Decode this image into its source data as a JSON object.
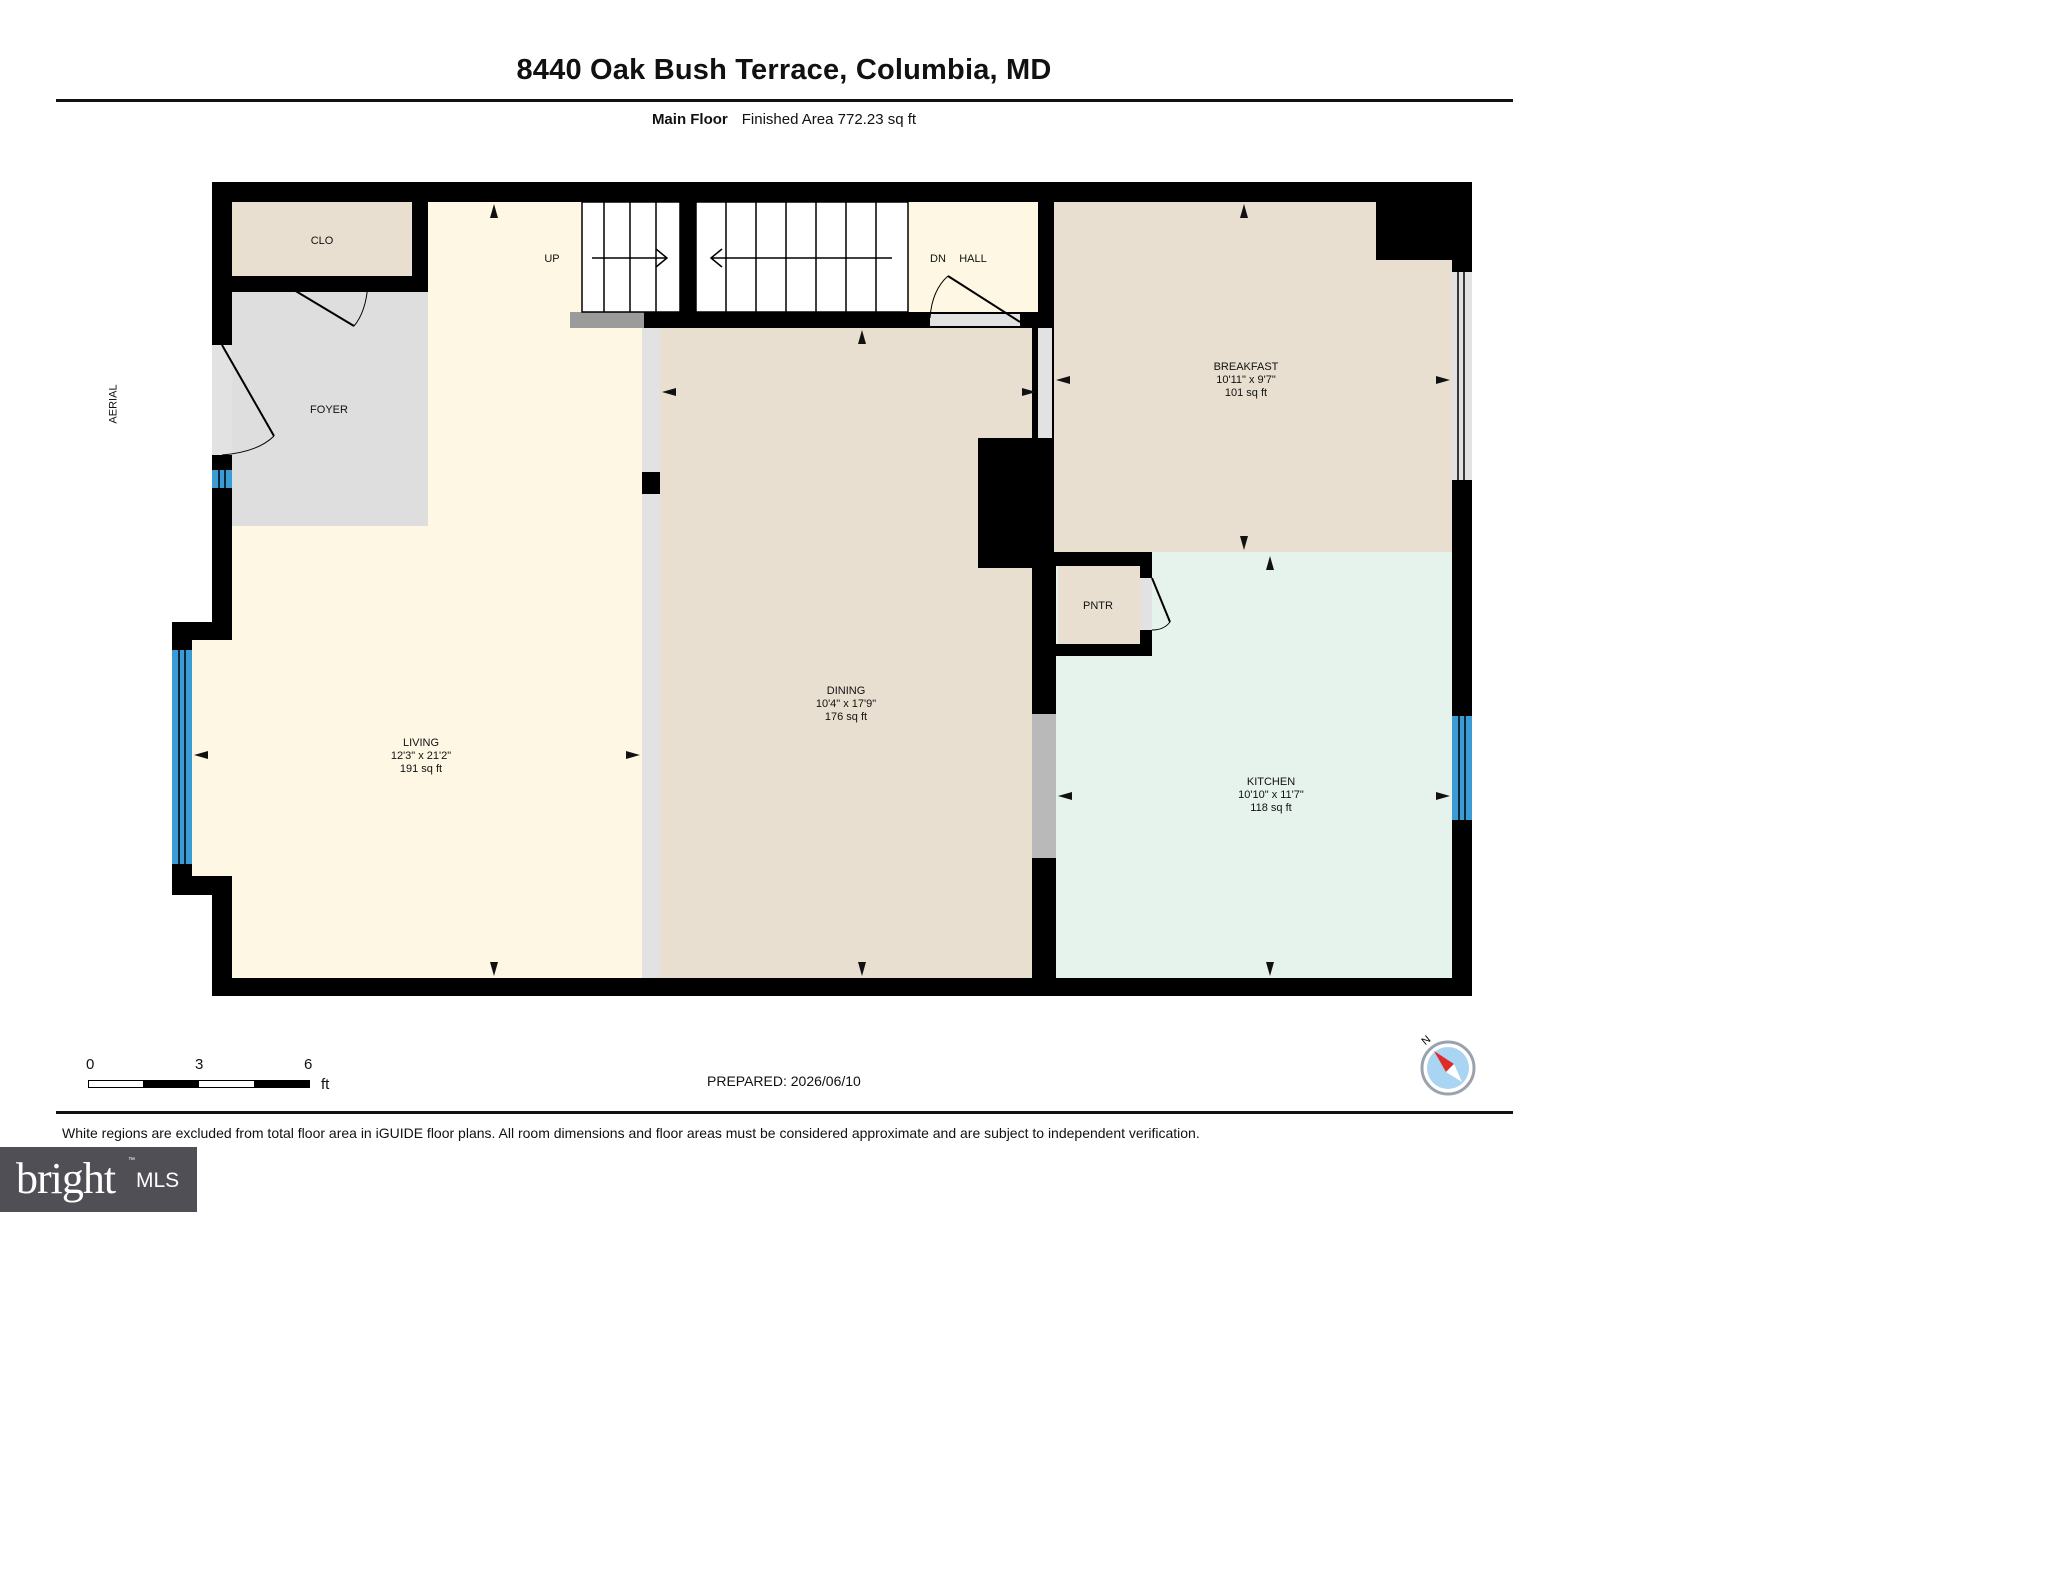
{
  "header": {
    "title": "8440 Oak Bush Terrace, Columbia, MD",
    "floor_name": "Main Floor",
    "finished_area": "Finished Area 772.23 sq ft"
  },
  "side_label": "AERIAL",
  "rooms": {
    "clo": {
      "name": "CLO"
    },
    "foyer": {
      "name": "FOYER"
    },
    "living": {
      "name": "LIVING",
      "dims": "12'3\" x 21'2\"",
      "area": "191 sq ft"
    },
    "dining": {
      "name": "DINING",
      "dims": "10'4\" x 17'9\"",
      "area": "176 sq ft"
    },
    "breakfast": {
      "name": "BREAKFAST",
      "dims": "10'11\" x 9'7\"",
      "area": "101 sq ft"
    },
    "kitchen": {
      "name": "KITCHEN",
      "dims": "10'10\" x 11'7\"",
      "area": "118 sq ft"
    },
    "pntr": {
      "name": "PNTR"
    },
    "hall": {
      "name": "HALL"
    }
  },
  "stairs": {
    "up_label": "UP",
    "down_label": "DN"
  },
  "scale_bar": {
    "ticks": [
      "0",
      "3",
      "6"
    ],
    "unit": "ft"
  },
  "prepared": "PREPARED: 2026/06/10",
  "compass_label": "N",
  "disclaimer": "White regions are excluded from total floor area in iGUIDE floor plans. All room dimensions and floor areas must be considered approximate and are subject to independent verification.",
  "logo": {
    "brand": "bright",
    "suffix": "MLS",
    "tm": "™"
  },
  "colors": {
    "wall": "#000000",
    "living": "#fdf7e3",
    "dining": "#e8dfd0",
    "kitchen": "#e6f3ec",
    "foyer": "#dedede",
    "window": "#3a9bd5",
    "logo_bg": "#4f4f55"
  }
}
